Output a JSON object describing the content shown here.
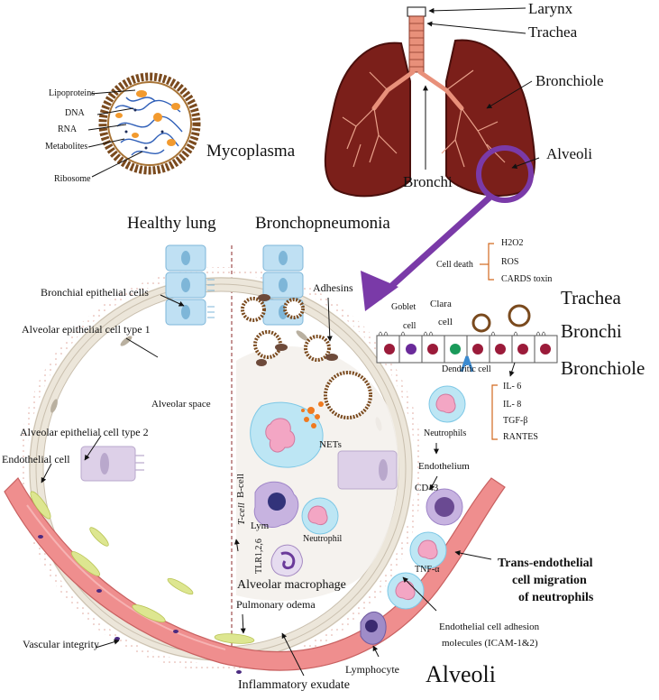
{
  "colors": {
    "lung": "#7b1f1a",
    "lung_dark": "#5a1210",
    "airway": "#e8907a",
    "vessel": "#ef8e8e",
    "wall": "#ede7db",
    "epithelium": "#bfe0f3",
    "type2": "#ddd0e8",
    "arrow": "#7a3aa8",
    "mycoplasma_shell": "#8a5a2b",
    "dna": "#2f5fb8",
    "net": "#f07a20",
    "bracket": "#d2691e"
  },
  "mycoplasma_parts": {
    "lipoproteins": "Lipoproteins",
    "dna": "DNA",
    "rna": "RNA",
    "metabolites": "Metabolites",
    "ribosome": "Ribosome"
  },
  "mycoplasma_title": "Mycoplasma",
  "lung_parts": {
    "larynx": "Larynx",
    "trachea": "Trachea",
    "bronchiole": "Bronchiole",
    "bronchi": "Bronchi",
    "alveoli": "Alveoli"
  },
  "section_titles": {
    "healthy": "Healthy lung",
    "disease": "Bronchopneumonia"
  },
  "healthy_labels": {
    "bronchial_epithelial": "Bronchial epithelial cells",
    "type1": "Alveolar epithelial cell type 1",
    "alveolar_space": "Alveolar space",
    "type2": "Alveolar epithelial cell type 2",
    "endothelial": "Endothelial cell",
    "vascular": "Vascular integrity"
  },
  "disease_labels": {
    "adhesins": "Adhesins",
    "nets": "NETs",
    "t_cell": "T-cell",
    "b_cell": "B-cell",
    "lym": "Lym",
    "neutrophil": "Neutrophil",
    "tlr": "TLR1,2,6",
    "macrophage": "Alveolar macrophage",
    "oedema": "Pulmonary odema",
    "exudate": "Inflammatory exudate",
    "lymphocyte": "Lymphocyte",
    "alveoli_big": "Alveoli"
  },
  "cell_death": {
    "label": "Cell death",
    "items": [
      "H2O2",
      "ROS",
      "CARDS toxin"
    ]
  },
  "airway_labels": {
    "goblet_1": "Goblet",
    "goblet_2": "cell",
    "clara_1": "Clara",
    "clara_2": "cell",
    "dendritic": "Dendritic cell",
    "trachea": "Trachea",
    "bronchi": "Bronchi",
    "bronchiole": "Bronchiole"
  },
  "cytokines": [
    "IL- 6",
    "IL- 8",
    "TGF-β",
    "RANTES"
  ],
  "right_labels": {
    "neutrophils": "Neutrophils",
    "endothelium": "Endothelium",
    "cd43": "CD43",
    "tnf": "TNF-α",
    "trans_1": "Trans-endothelial",
    "trans_2": "cell migration",
    "trans_3": "of neutrophils",
    "ecam_1": "Endothelial cell adhesion",
    "ecam_2": "molecules (ICAM-1&2)"
  }
}
